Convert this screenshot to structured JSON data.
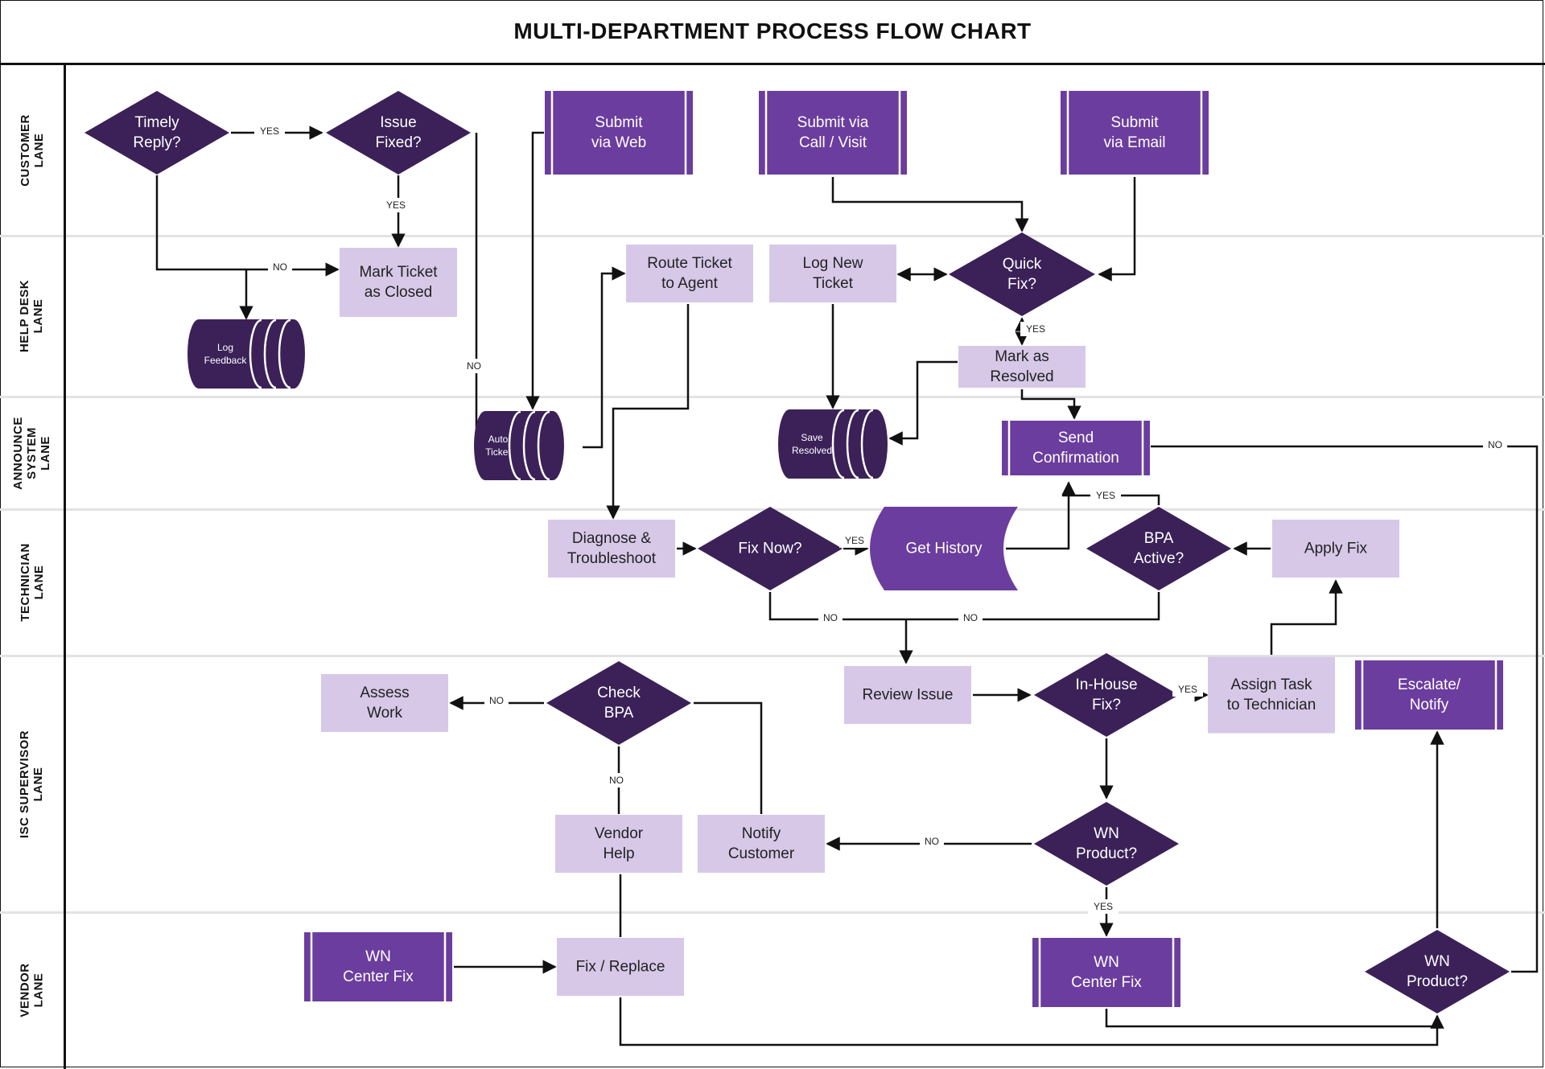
{
  "title": "MULTI-DEPARTMENT PROCESS FLOW CHART",
  "colors": {
    "decision": "#3b2158",
    "io": "#6b3d9e",
    "process": "#d7c8e8",
    "storage": "#3b2158",
    "line": "#111111",
    "lane_divider": "#e3e3e3"
  },
  "lanes": [
    {
      "id": "customer",
      "label": "CUSTOMER\nLANE"
    },
    {
      "id": "helpdesk",
      "label": "HELP DESK\nLANE"
    },
    {
      "id": "announce",
      "label": "ANNOUNCE\nSYSTEM\nLANE"
    },
    {
      "id": "technician",
      "label": "TECHNICIAN\nLANE"
    },
    {
      "id": "isc",
      "label": "ISC SUPERVISOR\nLANE"
    },
    {
      "id": "vendor",
      "label": "VENDOR\nLANE"
    }
  ],
  "nodes": {
    "timely_reply": {
      "type": "decision",
      "lane": "customer",
      "lines": [
        "Timely",
        "Reply?"
      ]
    },
    "issue_fixed": {
      "type": "decision",
      "lane": "customer",
      "lines": [
        "Issue",
        "Fixed?"
      ]
    },
    "submit_web": {
      "type": "io",
      "lane": "customer",
      "lines": [
        "Submit",
        "via Web"
      ]
    },
    "submit_call": {
      "type": "io",
      "lane": "customer",
      "lines": [
        "Submit via",
        "Call / Visit"
      ]
    },
    "submit_email": {
      "type": "io",
      "lane": "customer",
      "lines": [
        "Submit",
        "via Email"
      ]
    },
    "mark_closed": {
      "type": "process",
      "lane": "helpdesk",
      "lines": [
        "Mark Ticket",
        "as Closed"
      ]
    },
    "log_feedback": {
      "type": "storage",
      "lane": "helpdesk",
      "lines": [
        "Log",
        "Feedback"
      ]
    },
    "route_ticket": {
      "type": "process",
      "lane": "helpdesk",
      "lines": [
        "Route Ticket",
        "to Agent"
      ]
    },
    "log_new_ticket": {
      "type": "process",
      "lane": "helpdesk",
      "lines": [
        "Log New",
        "Ticket"
      ]
    },
    "quick_fix": {
      "type": "decision",
      "lane": "helpdesk",
      "lines": [
        "Quick",
        "Fix?"
      ]
    },
    "mark_resolved": {
      "type": "process",
      "lane": "helpdesk",
      "lines": [
        "Mark as",
        "Resolved"
      ]
    },
    "auto_ticket": {
      "type": "storage",
      "lane": "announce",
      "lines": [
        "Auto",
        "Ticket"
      ]
    },
    "save_resolved": {
      "type": "storage",
      "lane": "announce",
      "lines": [
        "Save",
        "Resolved"
      ]
    },
    "send_confirmation": {
      "type": "io",
      "lane": "announce",
      "lines": [
        "Send",
        "Confirmation"
      ]
    },
    "diagnose": {
      "type": "process",
      "lane": "technician",
      "lines": [
        "Diagnose &",
        "Troubleshoot"
      ]
    },
    "fix_now": {
      "type": "decision",
      "lane": "technician",
      "lines": [
        "Fix Now?"
      ]
    },
    "get_history": {
      "type": "data",
      "lane": "technician",
      "lines": [
        "Get History"
      ]
    },
    "bpa_active": {
      "type": "decision",
      "lane": "technician",
      "lines": [
        "BPA",
        "Active?"
      ]
    },
    "apply_fix": {
      "type": "process",
      "lane": "technician",
      "lines": [
        "Apply Fix"
      ]
    },
    "assess_work": {
      "type": "process",
      "lane": "isc",
      "lines": [
        "Assess",
        "Work"
      ]
    },
    "check_bpa": {
      "type": "decision",
      "lane": "isc",
      "lines": [
        "Check",
        "BPA"
      ]
    },
    "review_issue": {
      "type": "process",
      "lane": "isc",
      "lines": [
        "Review Issue"
      ]
    },
    "inhouse_fix": {
      "type": "decision",
      "lane": "isc",
      "lines": [
        "In-House",
        "Fix?"
      ]
    },
    "assign_task": {
      "type": "process",
      "lane": "isc",
      "lines": [
        "Assign Task",
        "to Technician"
      ]
    },
    "escalate": {
      "type": "io",
      "lane": "isc",
      "lines": [
        "Escalate/",
        "Notify"
      ]
    },
    "vendor_help": {
      "type": "process",
      "lane": "isc",
      "lines": [
        "Vendor",
        "Help"
      ]
    },
    "notify_customer": {
      "type": "process",
      "lane": "isc",
      "lines": [
        "Notify",
        "Customer"
      ]
    },
    "wn_product_isc": {
      "type": "decision",
      "lane": "isc",
      "lines": [
        "WN",
        "Product?"
      ]
    },
    "wn_center_fix_left": {
      "type": "io",
      "lane": "vendor",
      "lines": [
        "WN",
        "Center Fix"
      ]
    },
    "fix_replace": {
      "type": "process",
      "lane": "vendor",
      "lines": [
        "Fix / Replace"
      ]
    },
    "wn_center_fix_mid": {
      "type": "io",
      "lane": "vendor",
      "lines": [
        "WN",
        "Center Fix"
      ]
    },
    "wn_product_vendor": {
      "type": "decision",
      "lane": "vendor",
      "lines": [
        "WN",
        "Product?"
      ]
    }
  },
  "edge_labels": {
    "timely_yes": "YES",
    "timely_no": "NO",
    "issue_yes": "YES",
    "issue_no": "NO",
    "quick_yes": "YES",
    "send_no": "NO",
    "bpa_yes": "YES",
    "fixnow_yes": "YES",
    "fixnow_no": "NO",
    "bpa_no": "NO",
    "inhouse_yes": "YES",
    "checkbpa_no_left": "NO",
    "checkbpa_no_down": "NO",
    "wn_no": "NO",
    "wn_yes": "YES"
  }
}
